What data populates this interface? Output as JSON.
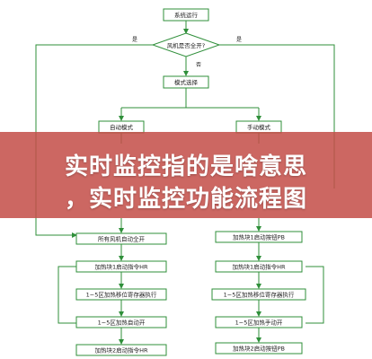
{
  "flowchart": {
    "nodes": {
      "start": "系统运行",
      "decision": "风机是否全开?",
      "yes_left": "是",
      "yes_right": "是",
      "no": "否",
      "mode_select": "模式选择",
      "auto_mode": "自动模式",
      "manual_mode": "手动模式",
      "auto_1": "所有风机自动全开",
      "auto_2": "加热块1启动指令HR",
      "auto_3": "1~5区加热移位寄存器执行",
      "auto_4": "1~5区加热自动开",
      "auto_5": "加热块2启动指令HR",
      "manual_1": "加热块1启动按钮PB",
      "manual_2": "加热块1启动指令HR",
      "manual_3": "1~5区加热移位寄存器执行",
      "manual_4": "1~5区加热手动开",
      "manual_5": "加热块2启动按钮PB"
    }
  },
  "banner": {
    "line1": "实时监控指的是啥意思",
    "line2": "，实时监控功能流程图"
  },
  "colors": {
    "node_border": "#2f8f3a",
    "arrow": "#2f8f3a",
    "banner_bg": "#c44e48"
  }
}
